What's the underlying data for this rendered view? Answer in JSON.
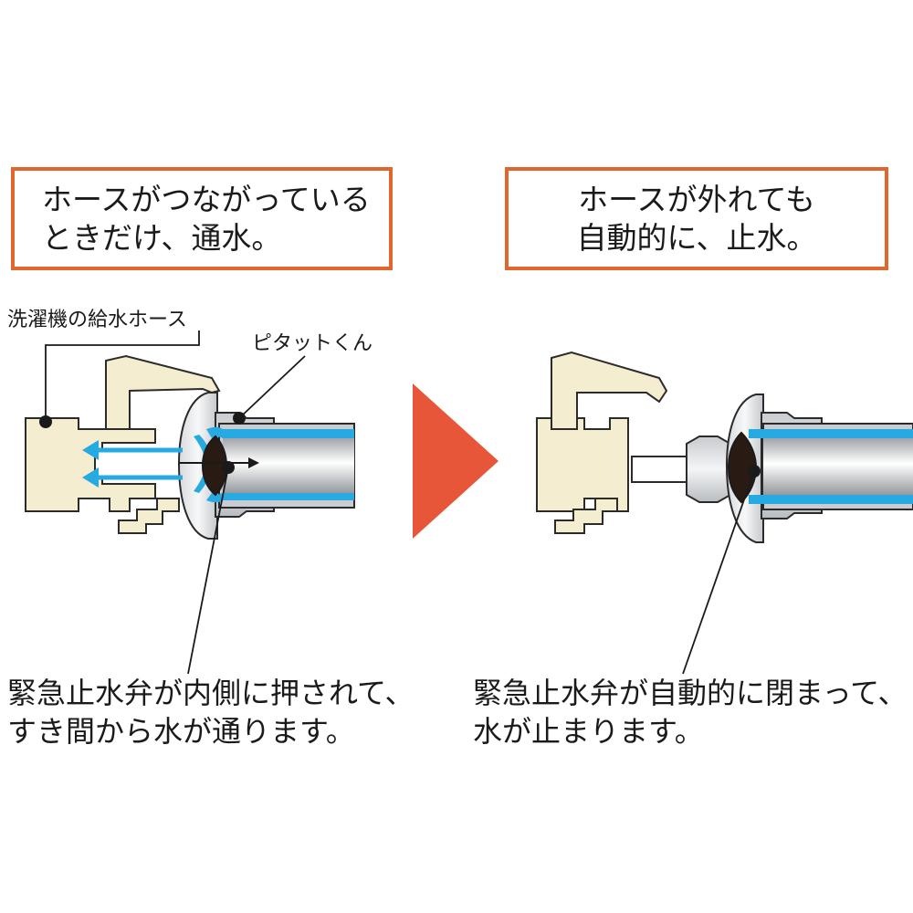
{
  "left_box": {
    "line1": "ホースがつながっている",
    "line2": "ときだけ、通水。"
  },
  "right_box": {
    "line1": "ホースが外れても",
    "line2": "自動的に、止水。"
  },
  "labels": {
    "washer_hose": "洗濯機の給水ホース",
    "product": "ピタットくん"
  },
  "captions": {
    "left_line1": "緊急止水弁が内側に押されて、",
    "left_line2": "すき間から水が通ります。",
    "right_line1": "緊急止水弁が自動的に閉まって、",
    "right_line2": "水が止まります。"
  },
  "colors": {
    "box_border": "#e0662e",
    "arrow": "#e8563a",
    "water": "#27a9e1",
    "fitting": "#f4edcf",
    "valve": "#2a1a14"
  }
}
